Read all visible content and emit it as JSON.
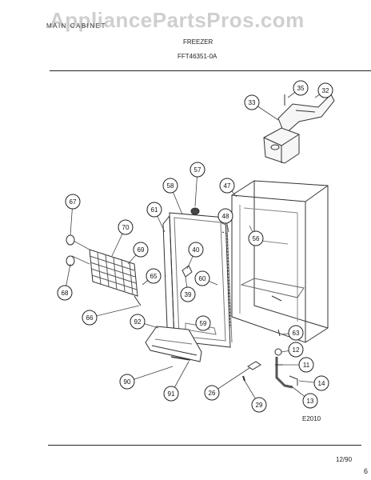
{
  "watermark": "AppliancePartsPros.com",
  "header": {
    "left_text": "MAIN CABINET",
    "title": "FREEZER",
    "model": "FFT46351-0A"
  },
  "figure_code": "E2010",
  "date_code": "12/90",
  "page_mark": "6",
  "callouts": [
    {
      "id": "35",
      "label": "35"
    },
    {
      "id": "32",
      "label": "32"
    },
    {
      "id": "33",
      "label": "33"
    },
    {
      "id": "57",
      "label": "57"
    },
    {
      "id": "58",
      "label": "58"
    },
    {
      "id": "47",
      "label": "47"
    },
    {
      "id": "67",
      "label": "67"
    },
    {
      "id": "61",
      "label": "61"
    },
    {
      "id": "48",
      "label": "48"
    },
    {
      "id": "70",
      "label": "70"
    },
    {
      "id": "56",
      "label": "56"
    },
    {
      "id": "40",
      "label": "40"
    },
    {
      "id": "69",
      "label": "69"
    },
    {
      "id": "65",
      "label": "65"
    },
    {
      "id": "60",
      "label": "60"
    },
    {
      "id": "68",
      "label": "68"
    },
    {
      "id": "39",
      "label": "39"
    },
    {
      "id": "66",
      "label": "66"
    },
    {
      "id": "92",
      "label": "92"
    },
    {
      "id": "59",
      "label": "59"
    },
    {
      "id": "63",
      "label": "63"
    },
    {
      "id": "12",
      "label": "12"
    },
    {
      "id": "11",
      "label": "11"
    },
    {
      "id": "90",
      "label": "90"
    },
    {
      "id": "14",
      "label": "14"
    },
    {
      "id": "26",
      "label": "26"
    },
    {
      "id": "91",
      "label": "91"
    },
    {
      "id": "13",
      "label": "13"
    },
    {
      "id": "29",
      "label": "29"
    }
  ]
}
